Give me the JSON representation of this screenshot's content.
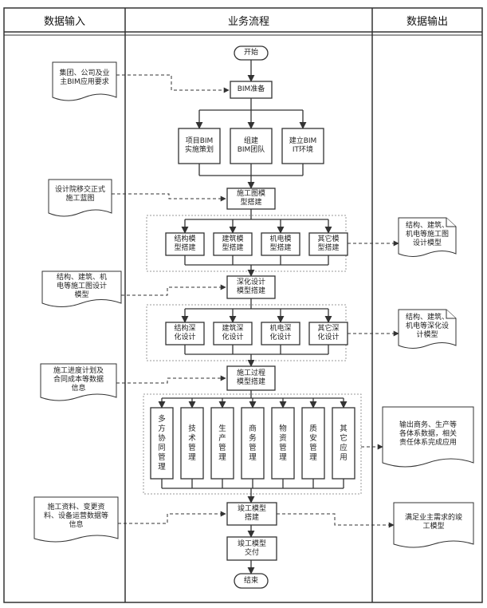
{
  "headers": {
    "input": "数据输入",
    "process": "业务流程",
    "output": "数据输出"
  },
  "process": {
    "start": "开始",
    "bim_prep": "BIM准备",
    "project_plan": "项目BIM\n实施策划",
    "build_team": "组建\nBIM团队",
    "build_it": "建立BIM\nIT环境",
    "drawing_model": "施工图模\n型搭建",
    "structure_model": "结构模\n型搭建",
    "arch_model": "建筑模\n型搭建",
    "mep_model": "机电模\n型搭建",
    "other_model": "其它模\n型搭建",
    "deepen_model": "深化设计\n模型搭建",
    "structure_deepen": "结构深\n化设计",
    "arch_deepen": "建筑深\n化设计",
    "mep_deepen": "机电深\n化设计",
    "other_deepen": "其它深\n化设计",
    "construction_model": "施工过程\n模型搭建",
    "multi_party": "多方协同管理",
    "technical": "技术管理",
    "production": "生产管理",
    "business": "商务管理",
    "material": "物资管理",
    "quality_safety": "质安管理",
    "other_app": "其它应用",
    "completion_model": "竣工模型\n搭建",
    "completion_delivery": "竣工模型\n交付",
    "end": "结束"
  },
  "inputs": {
    "group_requirements": "集团、公司及业\n主BIM应用要求",
    "design_drawings": "设计院移交正式\n施工蓝图",
    "construction_drawing_model": "结构、建筑、机\n电等施工图设计\n模型",
    "schedule_cost": "施工进度计划及\n合同成本等数据\n信息",
    "construction_data": "施工资料、变更资\n料、设备运营数据等\n信息"
  },
  "outputs": {
    "drawing_design_model": "结构、建筑、\n机电等施工图\n设计模型",
    "deepen_design_model": "结构、建筑、\n机电等深化设\n计模型",
    "management_data": "输出商务、生产等\n各体系数据，相关\n责任体系完成应用",
    "as_built_model": "满足业主需求的竣\n工模型"
  }
}
